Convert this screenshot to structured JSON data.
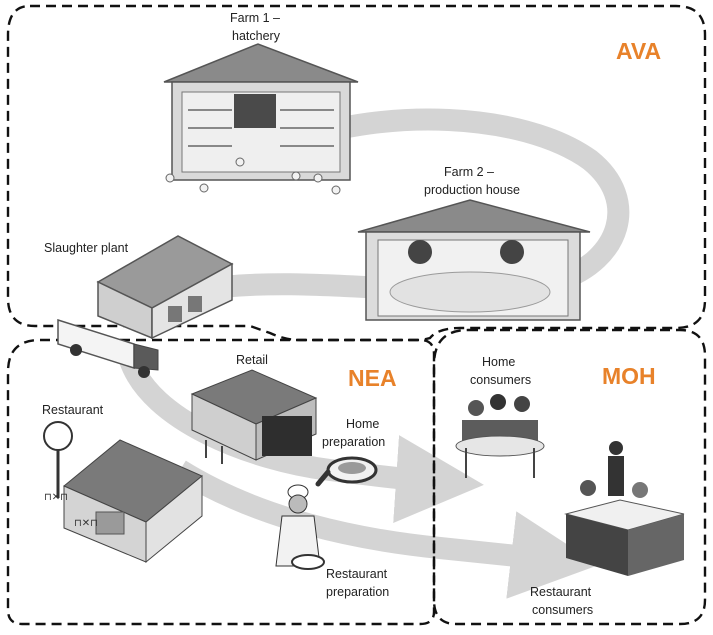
{
  "agencies": {
    "ava": "AVA",
    "nea": "NEA",
    "moh": "MOH"
  },
  "agency_color": "#e8822a",
  "flow_color": "#d4d4d4",
  "labels": {
    "farm1_line1": "Farm 1 –",
    "farm1_line2": "hatchery",
    "farm2_line1": "Farm 2 –",
    "farm2_line2": "production house",
    "slaughter": "Slaughter plant",
    "retail": "Retail",
    "restaurant": "Restaurant",
    "home_prep_line1": "Home",
    "home_prep_line2": "preparation",
    "home_cons_line1": "Home",
    "home_cons_line2": "consumers",
    "rest_prep_line1": "Restaurant",
    "rest_prep_line2": "preparation",
    "rest_cons_line1": "Restaurant",
    "rest_cons_line2": "consumers"
  }
}
